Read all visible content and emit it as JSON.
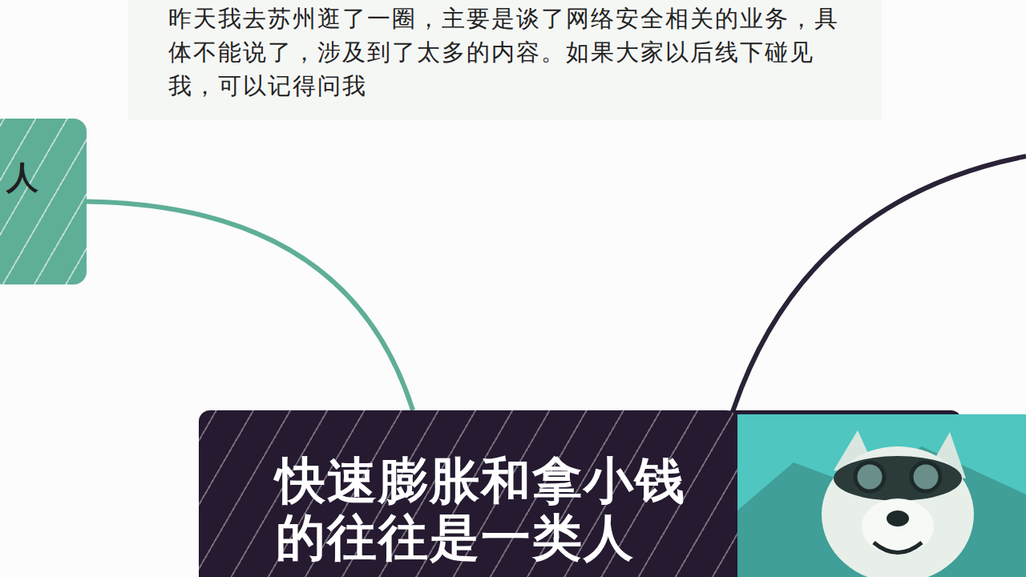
{
  "diagram": {
    "nodes": [
      {
        "text": [
          "人"
        ]
      },
      {
        "text": [
          "快速膨胀和拿小钱的往往是一类人"
        ]
      }
    ],
    "edges": [
      {
        "from": 0,
        "to": 1,
        "arrow": "none"
      }
    ],
    "labels": [
      "昨天我去苏州逛了一圈，主要是谈了网络安全相关的业务，具体不能说了，涉及到了太多的内容。如果大家以后线下碰见我，可以记得问我"
    ]
  }
}
